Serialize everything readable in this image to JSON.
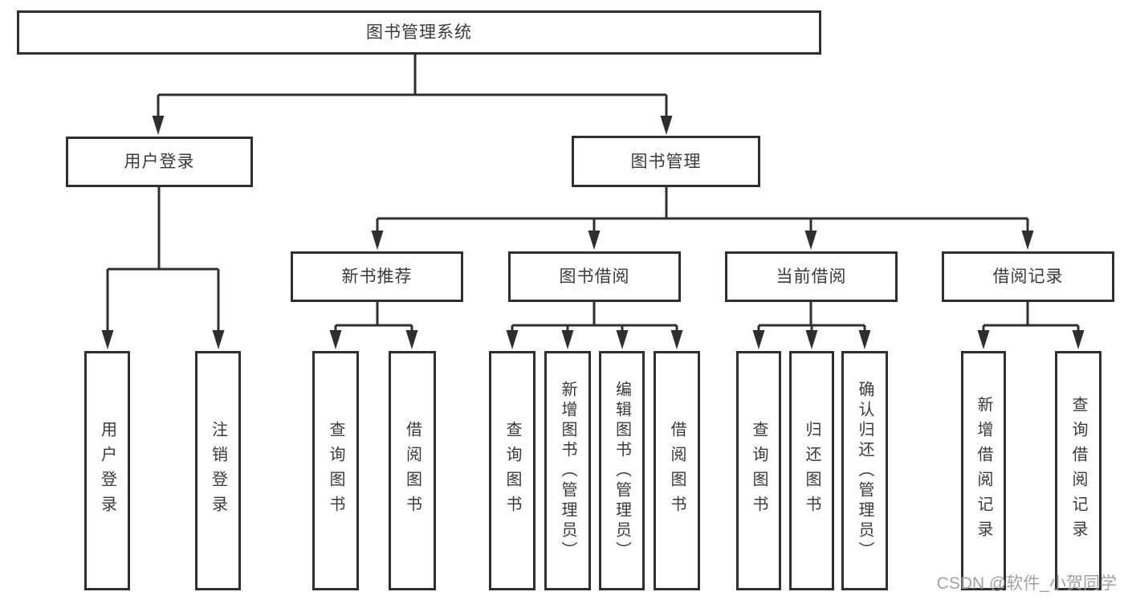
{
  "diagram": {
    "root": {
      "label": "图书管理系统"
    },
    "branches": {
      "user_login": {
        "label": "用户登录",
        "children": {
          "login": "用户登录",
          "logout": "注销登录"
        }
      },
      "book_management": {
        "label": "图书管理",
        "children": {
          "new_book_recommend": {
            "label": "新书推荐",
            "children": {
              "query": "查询图书",
              "borrow": "借阅图书"
            }
          },
          "book_borrow": {
            "label": "图书借阅",
            "children": {
              "query": "查询图书",
              "add": "新增图书（管理员）",
              "edit": "编辑图书（管理员）",
              "borrow": "借阅图书"
            }
          },
          "current_borrow": {
            "label": "当前借阅",
            "children": {
              "query": "查询图书",
              "return": "归还图书",
              "confirm_return": "确认归还（管理员）"
            }
          },
          "borrow_records": {
            "label": "借阅记录",
            "children": {
              "add_record": "新增借阅记录",
              "query_record": "查询借阅记录"
            }
          }
        }
      }
    }
  },
  "watermark": {
    "text": "CSDN @软件_小贺同学"
  },
  "colors": {
    "line": "#2f2f2f",
    "text": "#3a3a3a",
    "watermark": "#9b9b9b",
    "background": "#ffffff"
  }
}
